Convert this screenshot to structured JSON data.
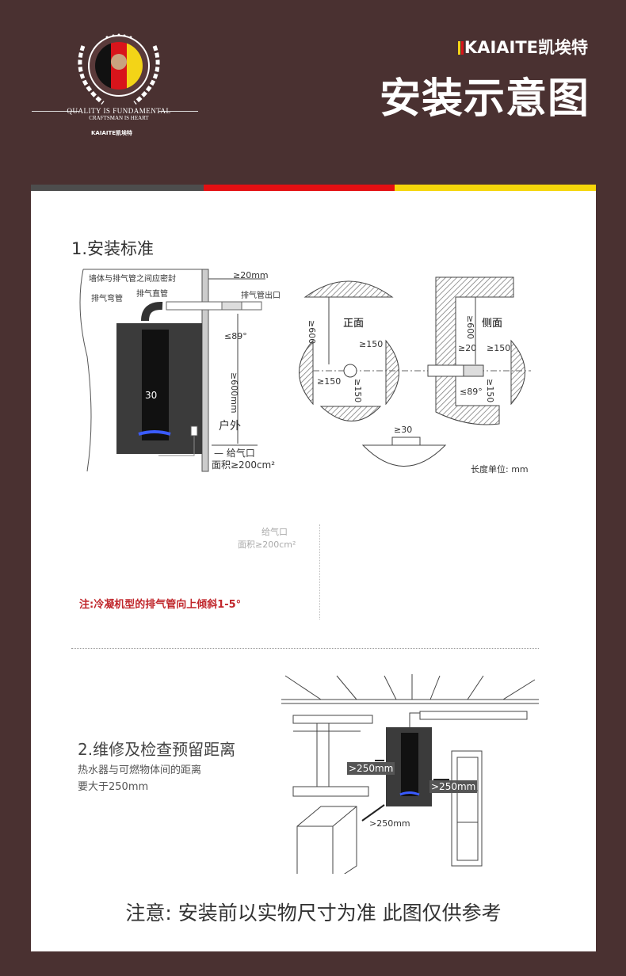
{
  "header": {
    "emblem_text": [
      "KAIAITE",
      "QUALITY IS FUNDAMENTAL 1871"
    ],
    "tagline_1": "QUALITY IS FUNDAMENTAL",
    "tagline_2": "CRAFTSMAN IS HEART",
    "small_brand": "KAIAITE凯埃特",
    "brand": "KAIAITE凯埃特",
    "title": "安装示意图"
  },
  "colors": {
    "background": "#4a3131",
    "stripe_gray": "#4d4d4d",
    "stripe_red": "#e30f12",
    "stripe_yellow": "#f5d60a",
    "note_red": "#c0262b"
  },
  "section1": {
    "heading": "1.安装标准",
    "left_diagram": {
      "seal_label": "墙体与排气管之间应密封",
      "elbow_label": "排气弯管",
      "straight_label": "排气直管",
      "outlet_label": "排气管出口",
      "gap": "≥20mm",
      "angle": "≤89°",
      "height": "≥600mm",
      "outdoor": "户外",
      "air_inlet": "— 给气口",
      "area": "面积≥200cm²",
      "display": "30"
    },
    "right_diagram": {
      "front_label": "正面",
      "side_label": "侧面",
      "front_dims": [
        "≥600",
        "≥150",
        "≥150",
        "≥150"
      ],
      "side_dims": [
        "≥600",
        "≥20",
        "≥150",
        "≤89°",
        "≥150"
      ],
      "bottom_dim": "≥30",
      "unit": "长度单位: mm"
    },
    "faded_inlet": "给气口",
    "faded_area": "面积≥200cm²",
    "note": "注:冷凝机型的排气管向上倾斜1-5°"
  },
  "section2": {
    "heading": "2.维修及检查预留距离",
    "desc_1": "热水器与可燃物体间的距离",
    "desc_2": "要大于250mm",
    "dist_left": ">250mm",
    "dist_right": ">250mm",
    "dist_front": ">250mm"
  },
  "footer": "注意: 安装前以实物尺寸为准 此图仅供参考"
}
